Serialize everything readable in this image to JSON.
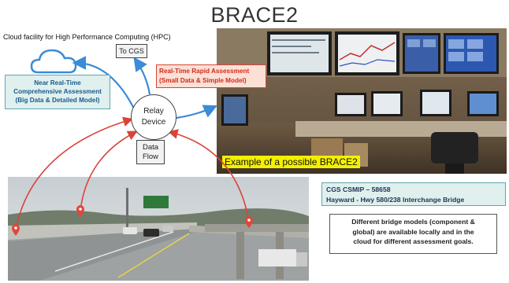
{
  "title": "BRACE2",
  "hpc_caption": "Cloud facility for High Performance Computing (HPC)",
  "to_cgs": "To CGS",
  "near_real_time": {
    "line1": "Near Real-Time",
    "line2": "Comprehensive Assessment",
    "line3": "(Big Data & Detailed Model)"
  },
  "real_time": {
    "line1": "Real-Time Rapid Assessment",
    "line2": "(Small Data & Simple Model)"
  },
  "relay": {
    "line1": "Relay",
    "line2": "Device"
  },
  "data_flow": {
    "line1": "Data",
    "line2": "Flow"
  },
  "example_caption": "Example of a possible BRACE2",
  "cgs_info": {
    "line1": "CGS CSMIP – 58658",
    "line2": "Hayward - Hwy 580/238 Interchange Bridge"
  },
  "models_note": {
    "line1": "Different bridge models (component &",
    "line2": "global) are available locally and in the",
    "line3": "cloud for different assessment goals."
  },
  "colors": {
    "blue_arrow": "#3b8bd6",
    "red_arrow": "#d9443a",
    "cloud": "#3b8bd6",
    "pin": "#e0473a"
  }
}
